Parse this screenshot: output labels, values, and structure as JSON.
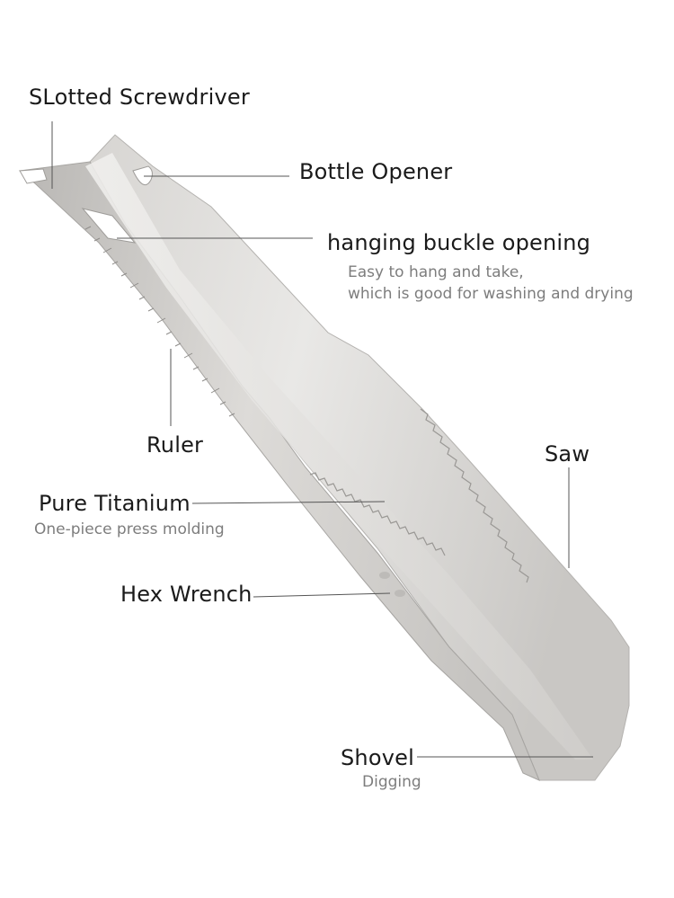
{
  "labels": {
    "slotted_screwdriver": "SLotted Screwdriver",
    "bottle_opener": "Bottle Opener",
    "hanging_buckle": "hanging buckle opening",
    "hanging_buckle_desc_1": "Easy to hang and take,",
    "hanging_buckle_desc_2": "which is good for washing and drying",
    "ruler": "Ruler",
    "saw": "Saw",
    "pure_titanium": "Pure Titanium",
    "pure_titanium_desc": "One-piece  press molding",
    "hex_wrench": "Hex Wrench",
    "shovel": "Shovel",
    "shovel_desc": "Digging"
  },
  "colors": {
    "background": "#ffffff",
    "metal_light": "#e4e3e1",
    "metal_mid": "#cfcdca",
    "metal_dark": "#a9a7a4",
    "label_text": "#1a1a1a",
    "desc_text": "#7d7d7d",
    "leader_line": "#555555"
  },
  "product": "titanium multi-tool trowel"
}
